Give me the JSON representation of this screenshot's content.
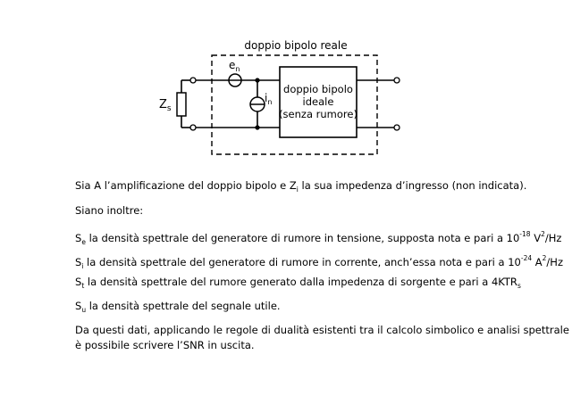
{
  "diagram": {
    "title": "doppio bipolo reale",
    "source_voltage_label": "e",
    "source_voltage_sub": "n",
    "source_current_label": "i",
    "source_current_sub": "n",
    "impedance_label": "Z",
    "impedance_sub": "s",
    "box_line1": "doppio bipolo",
    "box_line2": "ideale",
    "box_line3": "(senza rumore)"
  },
  "text": {
    "p1": {
      "a": "Sia A l’amplificazione del doppio bipolo e Z",
      "sub": "i",
      "b": " la sua impedenza d’ingresso (non indicata)."
    },
    "p2": "Siano inoltre:",
    "p3": {
      "a": "S",
      "sub": "e",
      "b": " la densità spettrale del generatore di rumore in tensione, supposta nota e pari a 10",
      "sup1": "-18",
      "c": " V",
      "sup2": "2",
      "d": "/Hz"
    },
    "p4": {
      "a": "S",
      "sub": "i",
      "b": " la densità spettrale del generatore di rumore in corrente, anch’essa nota e pari a 10",
      "sup1": "-24",
      "c": " A",
      "sup2": "2",
      "d": "/Hz"
    },
    "p5": {
      "a": "S",
      "sub": "t",
      "b": " la densità spettrale del rumore generato dalla impedenza di sorgente e pari a 4KTR",
      "sub2": "s"
    },
    "p6": {
      "a": "S",
      "sub": "u",
      "b": " la densità spettrale del segnale utile."
    },
    "p7_line1": "Da questi dati, applicando le regole di dualità esistenti tra il calcolo simbolico e analisi spettrale",
    "p7_line2": "è possibile scrivere l’SNR in uscita."
  }
}
